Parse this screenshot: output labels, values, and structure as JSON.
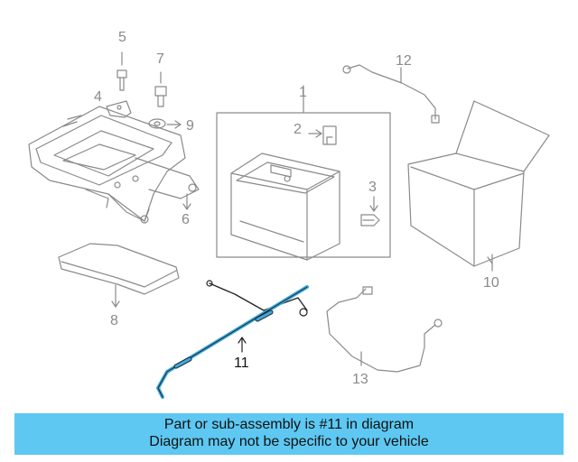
{
  "callouts": {
    "c1": "1",
    "c2": "2",
    "c3": "3",
    "c4": "4",
    "c5": "5",
    "c6": "6",
    "c7": "7",
    "c8": "8",
    "c9": "9",
    "c10": "10",
    "c11": "11",
    "c12": "12",
    "c13": "13"
  },
  "highlighted_part": "11",
  "colors": {
    "highlight": "#5ec8f2",
    "line": "#8a8a8a",
    "highlight_part": "#3ba9e0"
  },
  "banner": {
    "line1": "Part or sub-assembly is #11 in diagram",
    "line2": "Diagram may not be specific to your vehicle"
  }
}
